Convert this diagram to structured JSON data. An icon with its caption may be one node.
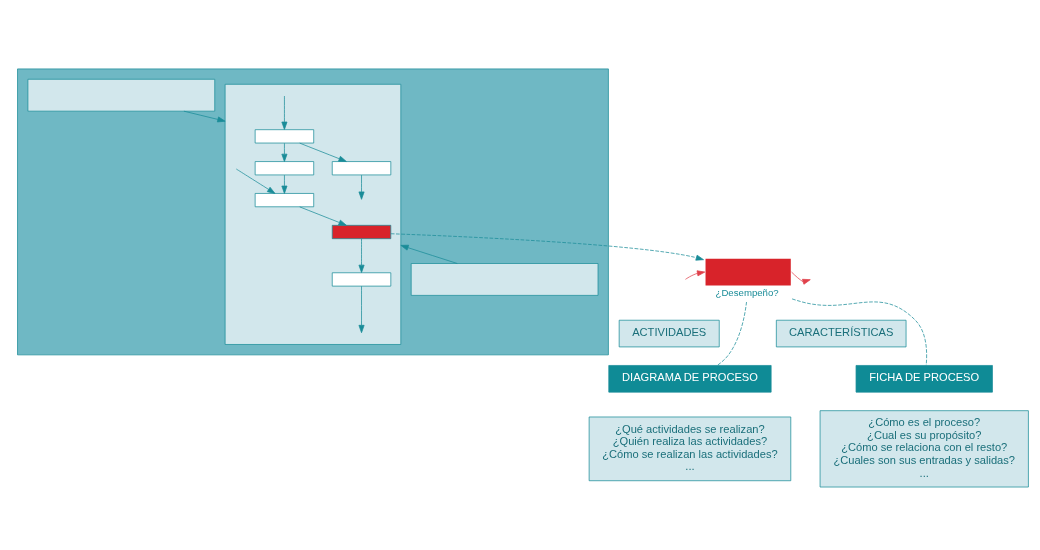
{
  "diagram": {
    "nodes": [
      {
        "text": [],
        "shape": "box"
      },
      {
        "text": [],
        "shape": "box",
        "in": 0
      },
      {
        "text": [],
        "shape": "box",
        "in": 0
      },
      {
        "text": [],
        "shape": "box",
        "in": 2
      },
      {
        "text": [],
        "shape": "box",
        "in": 2
      },
      {
        "text": [],
        "shape": "box",
        "in": 2
      },
      {
        "text": [],
        "shape": "box",
        "in": 2
      },
      {
        "text": [],
        "shape": "box",
        "in": 2
      },
      {
        "text": [],
        "shape": "box",
        "in": 2
      },
      {
        "text": [],
        "shape": "box",
        "in": 0
      },
      {
        "text": [],
        "shape": "box",
        "beside": [
          "¿Desempeño?"
        ]
      },
      {
        "text": [
          "ACTIVIDADES"
        ]
      },
      {
        "text": [
          "CARACTERÍSTICAS"
        ]
      },
      {
        "text": [
          "DIAGRAMA DE PROCESO"
        ]
      },
      {
        "text": [
          "FICHA DE PROCESO"
        ]
      },
      {
        "text": [
          "¿Qué actividades se realizan?",
          "¿Quién realiza las actividades?",
          "¿Cómo se realizan las actividades?",
          "..."
        ]
      },
      {
        "text": [
          "¿Cómo es el proceso?",
          "¿Cual es su propósito?",
          "¿Cómo se relaciona con el resto?",
          "¿Cuales son sus entradas y salidas?",
          "..."
        ]
      }
    ],
    "edges": [
      {
        "from": 1,
        "to": 2,
        "arrow": "to"
      },
      {
        "from": null,
        "to": 3,
        "arrow": "to"
      },
      {
        "from": 3,
        "to": 4,
        "arrow": "to"
      },
      {
        "from": 4,
        "to": null,
        "arrow": "to"
      },
      {
        "from": 3,
        "to": 5,
        "arrow": "to"
      },
      {
        "from": 5,
        "to": 7,
        "arrow": "to"
      },
      {
        "from": null,
        "to": 7,
        "arrow": "to"
      },
      {
        "from": 7,
        "to": 8,
        "arrow": "to"
      },
      {
        "from": 8,
        "to": 6,
        "arrow": "to"
      },
      {
        "from": 6,
        "to": null,
        "arrow": "to"
      },
      {
        "from": 9,
        "to": 2,
        "arrow": "to"
      },
      {
        "from": 8,
        "to": 10,
        "arrow": "to",
        "style": "dashed"
      },
      {
        "from": 10,
        "to": null,
        "arrow": "to",
        "color": "#e0404a"
      },
      {
        "from": null,
        "to": 10,
        "arrow": "to",
        "color": "#e0404a"
      },
      {
        "from": 10,
        "to": 13,
        "arrow": "none",
        "style": "dashed"
      },
      {
        "from": 10,
        "to": 14,
        "arrow": "none",
        "style": "dashed"
      }
    ]
  }
}
